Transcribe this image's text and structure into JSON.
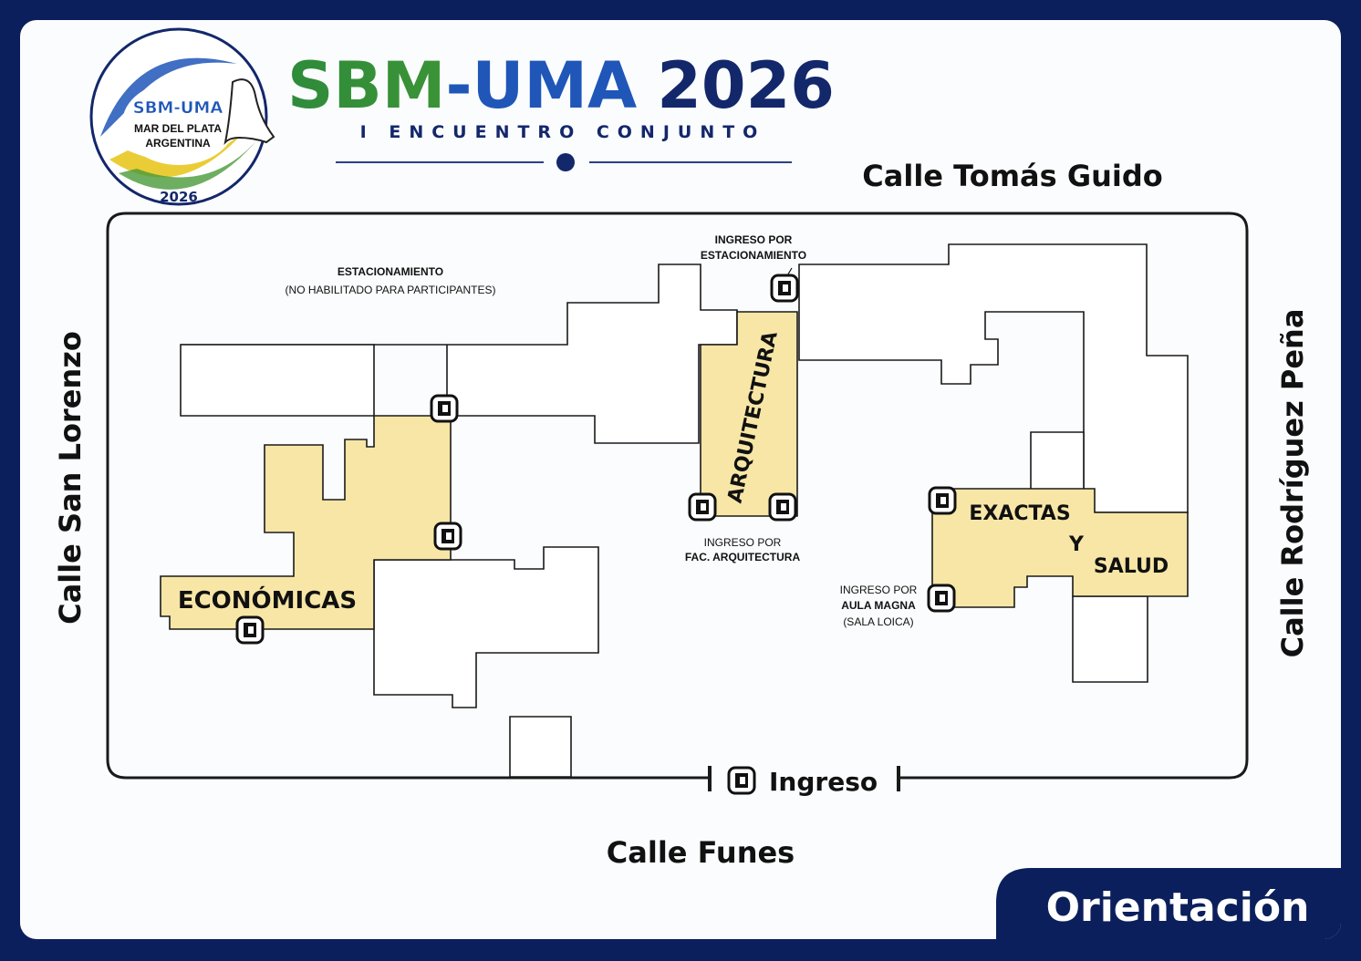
{
  "event": {
    "title_sbm": "SBM",
    "title_dash": "-",
    "title_uma": "UMA",
    "title_year": "2026",
    "subtitle": "I ENCUENTRO CONJUNTO"
  },
  "logo": {
    "name": "SBM-UMA",
    "city": "MAR DEL PLATA",
    "country": "ARGENTINA",
    "year": "2026"
  },
  "streets": {
    "north": "Calle Tomás Guido",
    "south": "Calle Funes",
    "west": "Calle San Lorenzo",
    "east": "Calle Rodríguez Peña"
  },
  "faculties": {
    "economicas": "ECONÓMICAS",
    "arquitectura": "ARQUITECTURA",
    "exactas_1": "EXACTAS",
    "exactas_2": "Y",
    "exactas_3": "SALUD"
  },
  "labels": {
    "parking_title": "ESTACIONAMIENTO",
    "parking_note": "(NO HABILITADO PARA PARTICIPANTES)",
    "entry_parking_1": "INGRESO POR",
    "entry_parking_2": "ESTACIONAMIENTO",
    "entry_arq_1": "INGRESO POR",
    "entry_arq_2": "FAC. ARQUITECTURA",
    "entry_aula_1": "INGRESO POR",
    "entry_aula_2": "AULA MAGNA",
    "entry_aula_3": "(SALA LOICA)",
    "main_entry": "Ingreso"
  },
  "badge": {
    "label": "Orientación"
  },
  "colors": {
    "frame": "#0b1f5c",
    "faculty_fill": "#f7e6a6",
    "title_green": "#2e8b3a",
    "title_blue": "#1f56b8",
    "title_navy": "#13276b"
  }
}
